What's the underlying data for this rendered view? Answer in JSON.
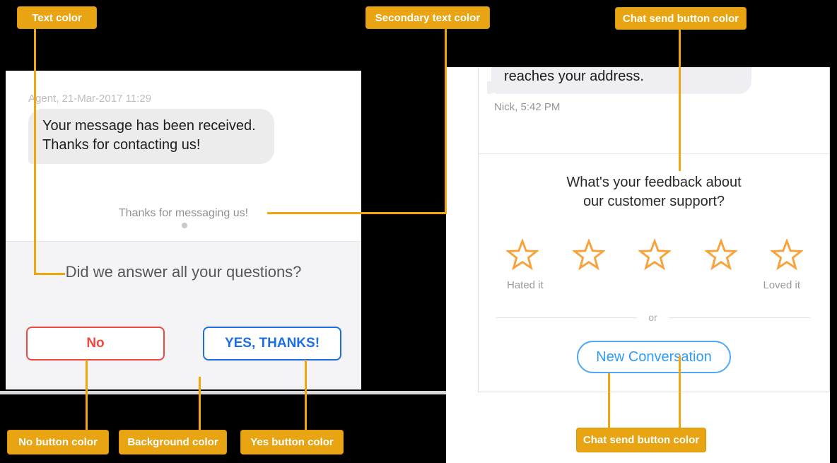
{
  "annotations": {
    "badge_bg_color": "#e9a413",
    "line_color": "#f2a50c",
    "text_color_label": "Text color",
    "secondary_text_color_label": "Secondary text color",
    "chat_send_button_color_top_label": "Chat send button color",
    "no_button_color_label": "No button color",
    "background_color_label": "Background color",
    "yes_button_color_label": "Yes button color",
    "chat_send_button_color_bottom_label": "Chat send button color"
  },
  "left_chat": {
    "timestamp": "Agent, 21-Mar-2017 11:29",
    "message": "Your message has been received. Thanks for contacting us!",
    "status_note": "Thanks for messaging us!",
    "question": "Did we answer all your questions?",
    "no_button_label": "No",
    "yes_button_label": "YES, THANKS!",
    "no_button_color": "#f0483f",
    "yes_button_color": "#1c6fe2",
    "section_background_color": "#f4f4f6"
  },
  "right_chat": {
    "message": "reaches your address.",
    "timestamp": "Nick, 5:42 PM",
    "feedback_question": "What's your feedback about our customer support?",
    "stars_count": 5,
    "rating_low_label": "Hated it",
    "rating_high_label": "Loved it",
    "or_divider_label": "or",
    "new_conversation_label": "New Conversation",
    "star_color": "#f9a13a",
    "new_conversation_color": "#2f9cf6"
  }
}
